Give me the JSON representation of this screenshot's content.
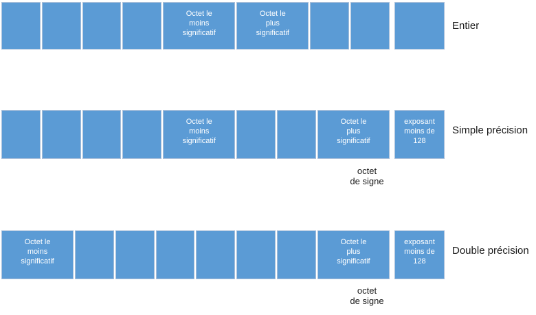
{
  "diagram": {
    "rows": [
      {
        "label": "Entier",
        "cells": [
          "",
          "",
          "",
          "",
          "Octet le\nmoins\nsignificatif",
          "Octet le\nplus\nsignificatif",
          "",
          "",
          ""
        ],
        "sign_note": ""
      },
      {
        "label": "Simple précision",
        "cells": [
          "",
          "",
          "",
          "",
          "Octet le\nmoins\nsignificatif",
          "",
          "",
          "Octet le\nplus\nsignificatif",
          "exposant\nmoins de\n128"
        ],
        "sign_note": "octet\nde signe"
      },
      {
        "label": "Double précision",
        "cells": [
          "Octet le\nmoins\nsignificatif",
          "",
          "",
          "",
          "",
          "",
          "",
          "Octet le\nplus\nsignificatif",
          "exposant\nmoins de\n128"
        ],
        "sign_note": "octet\nde signe"
      }
    ],
    "colors": {
      "cell_fill": "#5b9bd5",
      "cell_border": "#a9bfda",
      "cell_text": "#ffffff",
      "annotation_text": "#1a1a1a",
      "background": "#ffffff"
    }
  }
}
